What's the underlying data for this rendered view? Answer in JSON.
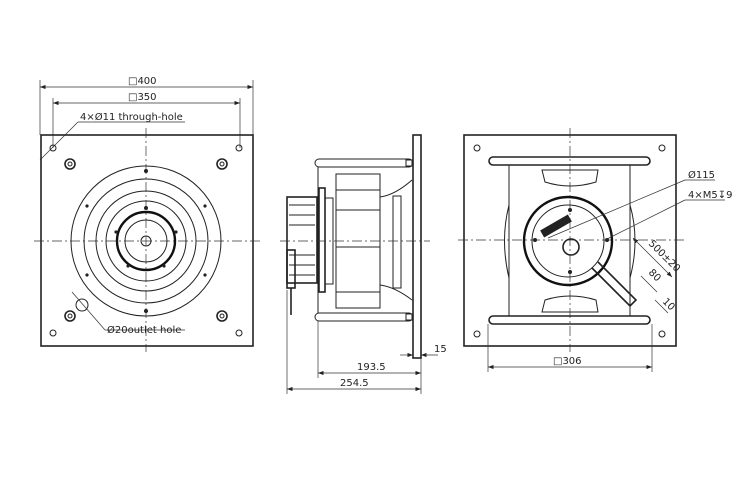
{
  "front_view": {
    "dim_overall": "□400",
    "dim_hole_pitch": "□350",
    "label_through_hole": "4×Ø11 through-hole",
    "label_outlet_hole": "Ø20outlet hole"
  },
  "side_view": {
    "dim_plate": "15",
    "dim_depth_inner": "193.5",
    "dim_depth_total": "254.5"
  },
  "rear_view": {
    "dim_motor": "Ø115",
    "dim_thread": "4×M5↧9",
    "dim_cable": "500±20",
    "dim_strip": "80",
    "dim_end": "10",
    "dim_frame": "□306"
  }
}
